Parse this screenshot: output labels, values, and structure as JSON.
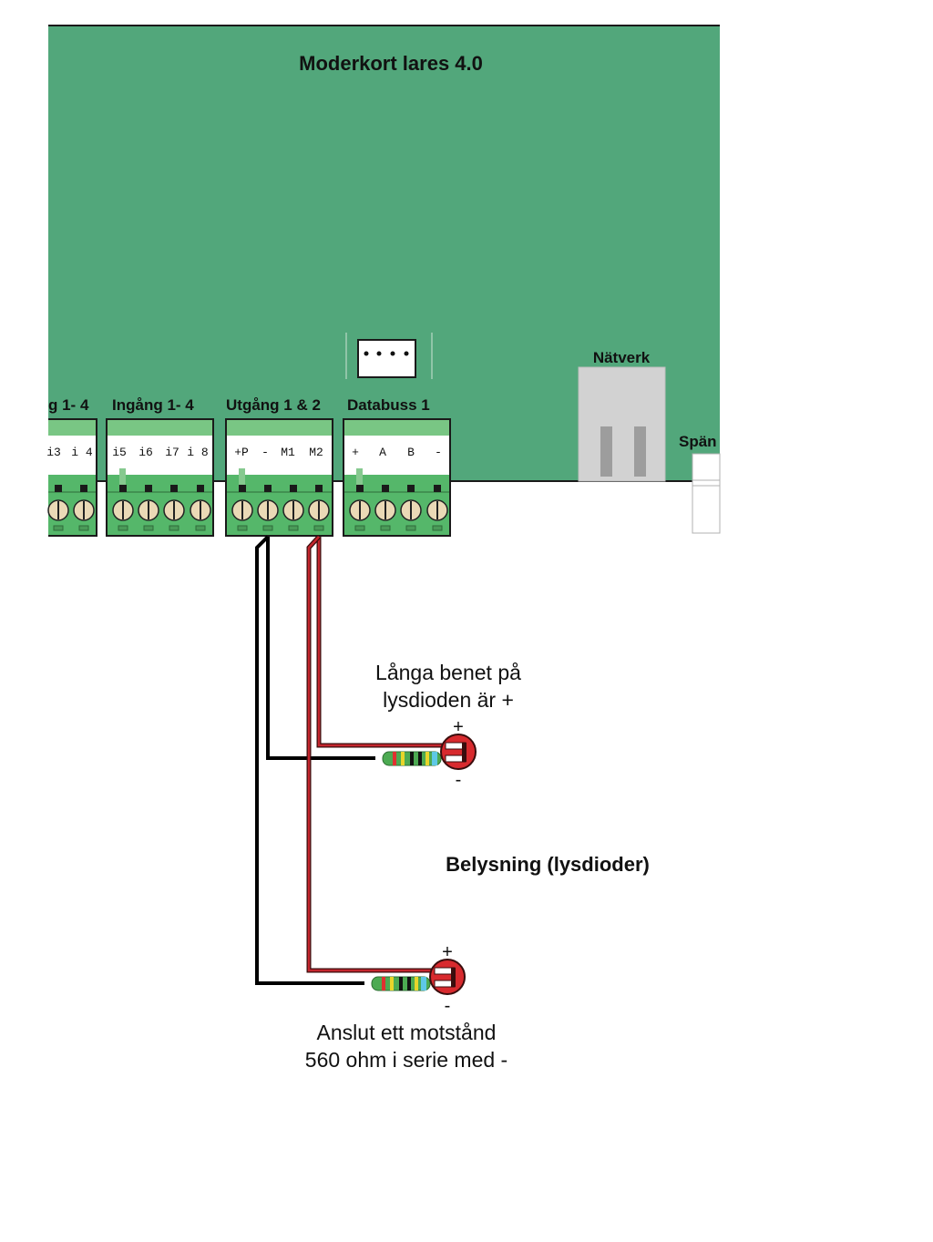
{
  "board": {
    "title": "Moderkort lares 4.0",
    "color": "#52a77b"
  },
  "blocks": {
    "left_partial": {
      "label": "g 1- 4",
      "pins": [
        "i3",
        "i 4"
      ]
    },
    "ingang": {
      "label": "Ingång 1- 4",
      "pins": [
        "i5",
        "i6",
        "i7",
        "i 8"
      ]
    },
    "utgang": {
      "label": "Utgång 1 & 2",
      "pins": [
        "+P",
        "-",
        "M1",
        "M2"
      ]
    },
    "databuss": {
      "label": "Databuss 1",
      "pins": [
        "+",
        "A",
        "B",
        "-"
      ]
    }
  },
  "network": {
    "label": "Nätverk"
  },
  "power": {
    "label": "Spän"
  },
  "annotations": {
    "long_leg_line1": "Långa benet på",
    "long_leg_line2": "lysdioden är +",
    "lighting": "Belysning (lysdioder)",
    "resistor_line1": "Anslut ett motstånd",
    "resistor_line2": "560 ohm i serie med -"
  },
  "leds": [
    {
      "plus": "+",
      "minus": "-"
    },
    {
      "plus": "+",
      "minus": "-"
    }
  ],
  "wire_colors": {
    "negative": "#000000",
    "positive": "#c4262e"
  }
}
